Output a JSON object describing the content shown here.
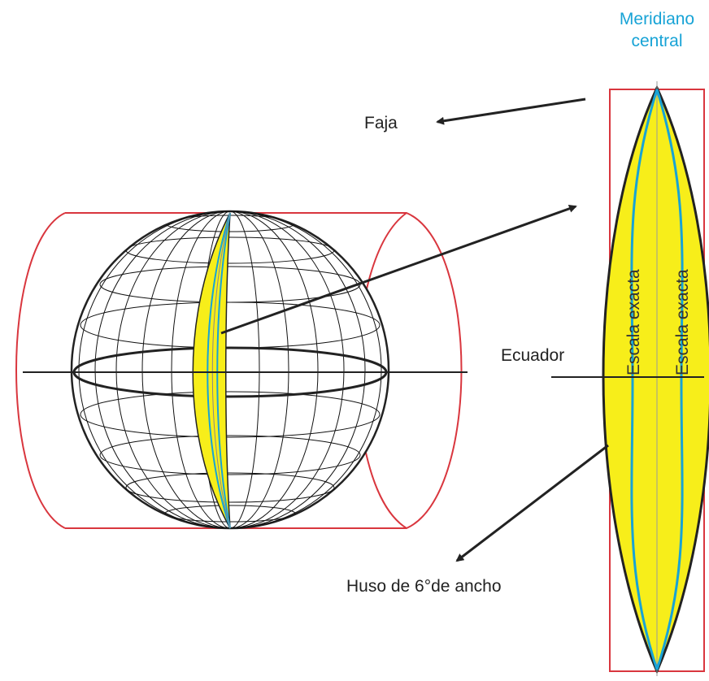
{
  "labels": {
    "meridian_line1": "Meridiano",
    "meridian_line2": "central",
    "faja": "Faja",
    "ecuador": "Ecuador",
    "escala_left": "Escala exacta",
    "escala_right": "Escala exacta",
    "huso": "Huso de 6°de ancho"
  },
  "colors": {
    "cylinder": "#d9363e",
    "zone_fill": "#f7ee1a",
    "scale_line": "#17a3d6",
    "grid": "#111111",
    "arrow": "#222222"
  }
}
